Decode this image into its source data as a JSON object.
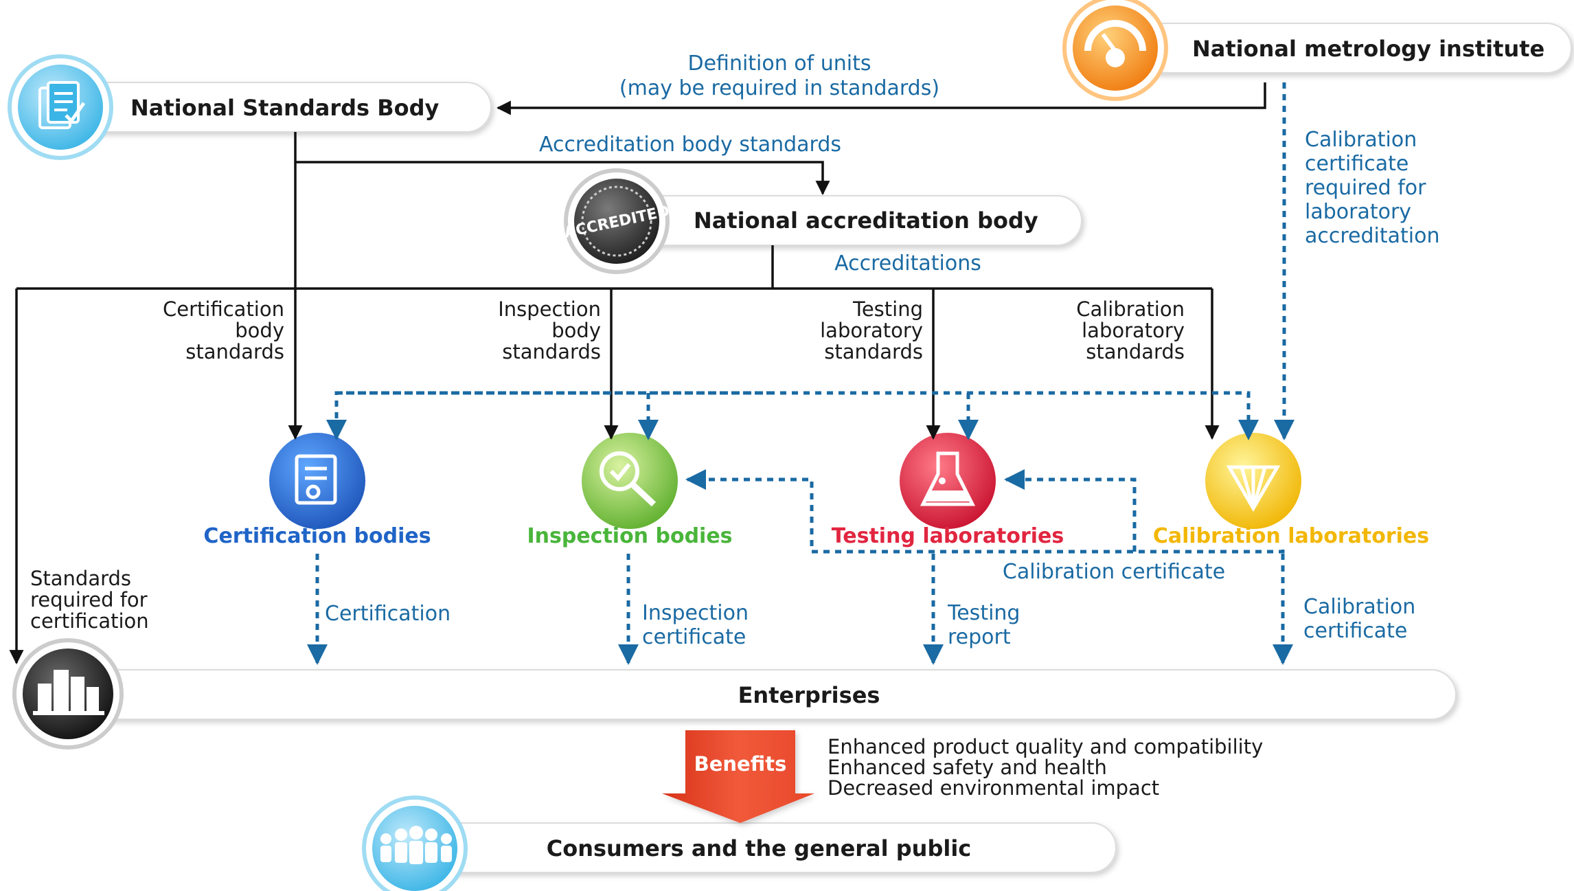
{
  "colors": {
    "blue_label": "#1a6aa3",
    "arrow_dash": "#1a6aa3",
    "line": "#111111",
    "cert": "#1f64c7",
    "insp": "#49b53a",
    "test": "#e12640",
    "calib": "#f2b705",
    "benefits": "#e8472a"
  },
  "nodes": {
    "nsb": {
      "title": "National Standards Body",
      "icon": "documents-checklist-icon"
    },
    "nmi": {
      "title": "National metrology institute",
      "icon": "gauge-icon"
    },
    "nab": {
      "title": "National accreditation body",
      "icon": "accredited-seal-icon",
      "seal_text": "ACCREDITED"
    },
    "enterprises": {
      "title": "Enterprises",
      "icon": "buildings-icon"
    },
    "consumers": {
      "title": "Consumers and the general public",
      "icon": "people-icon"
    }
  },
  "circles": {
    "cert": {
      "label": "Certification bodies",
      "icon": "certificate-icon"
    },
    "insp": {
      "label": "Inspection bodies",
      "icon": "magnifier-check-icon"
    },
    "test": {
      "label": "Testing laboratories",
      "icon": "flask-icon"
    },
    "calib": {
      "label": "Calibration laboratories",
      "icon": "calibration-triangle-icon"
    }
  },
  "edge_labels": {
    "units": [
      "Definition of units",
      "(may be required in standards)"
    ],
    "acc_body_std": "Accreditation body standards",
    "accreditations": "Accreditations",
    "calib_cert_req": [
      "Calibration",
      "certificate",
      "required for",
      "laboratory",
      "accreditation"
    ],
    "cert_body_std": [
      "Certification",
      "body",
      "standards"
    ],
    "insp_body_std": [
      "Inspection",
      "body",
      "standards"
    ],
    "test_lab_std": [
      "Testing",
      "laboratory",
      "standards"
    ],
    "calib_lab_std": [
      "Calibration",
      "laboratory",
      "standards"
    ],
    "std_req_cert": [
      "Standards",
      "required for",
      "certification"
    ],
    "calib_certificate_mid": "Calibration certificate",
    "certification": "Certification",
    "insp_cert": [
      "Inspection",
      "certificate"
    ],
    "test_report": [
      "Testing",
      "report"
    ],
    "calib_cert_bottom": [
      "Calibration",
      "certificate"
    ]
  },
  "benefits": {
    "label": "Benefits",
    "items": [
      "Enhanced product quality and compatibility",
      "Enhanced safety and health",
      "Decreased environmental impact"
    ]
  }
}
